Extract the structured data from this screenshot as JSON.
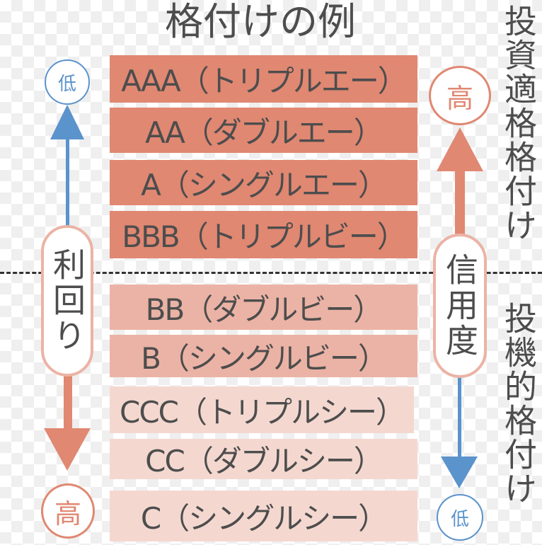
{
  "title": "格付けの例",
  "colors": {
    "investment_band": "#e08872",
    "speculative_upper_band": "#ebb3a5",
    "speculative_lower_band": "#f4d8d0",
    "low_blue": "#5b93cc",
    "high_orange": "#e08872"
  },
  "ratings": [
    {
      "label": "AAA（トリプルエー）"
    },
    {
      "label": "AA（ダブルエー）"
    },
    {
      "label": "A（シングルエー）"
    },
    {
      "label": "BBB（トリプルビー）"
    },
    {
      "label": "BB（ダブルビー）"
    },
    {
      "label": "B（シングルビー）"
    },
    {
      "label": "CCC（トリプルシー）"
    },
    {
      "label": "CC（ダブルシー）"
    },
    {
      "label": "C（シングルシー）"
    }
  ],
  "left_axis": {
    "label": "利回り",
    "top": "低",
    "bottom": "高"
  },
  "right_axis": {
    "label": "信用度",
    "top": "高",
    "bottom": "低"
  },
  "categories": {
    "investment": "投資適格格付け",
    "speculative": "投機的格付け"
  }
}
